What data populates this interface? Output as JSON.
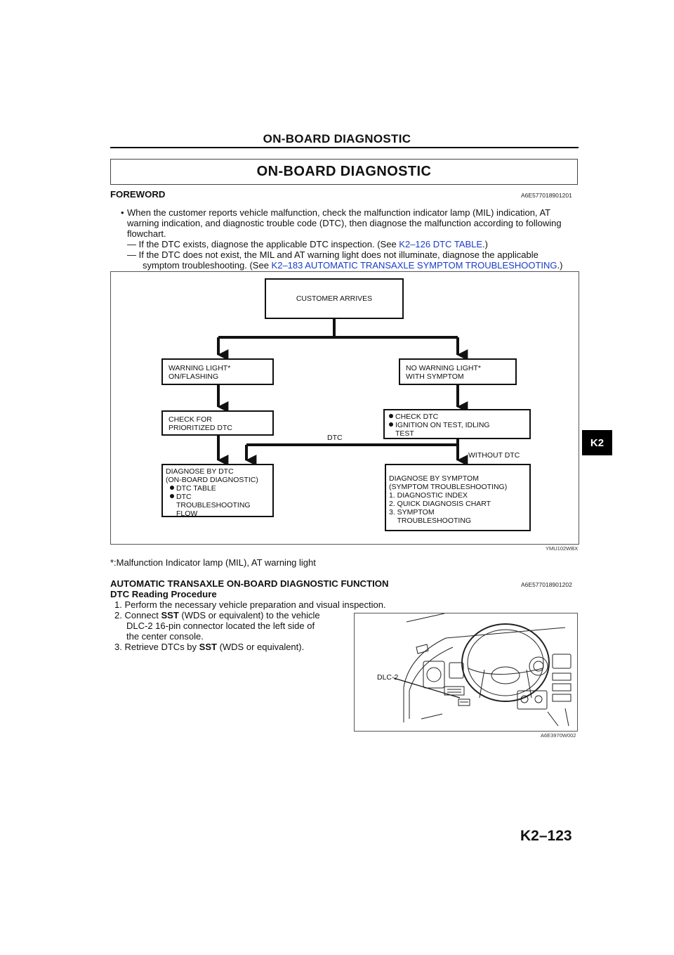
{
  "running_header": "ON-BOARD DIAGNOSTIC",
  "section_title": "ON-BOARD DIAGNOSTIC",
  "side_tab": "K2",
  "foreword": {
    "heading": "FOREWORD",
    "code": "A6E577018901201",
    "bullet_marker": "•",
    "bullet_line1": "When the customer reports vehicle malfunction, check the malfunction indicator lamp (MIL) indication, AT",
    "bullet_line2": "warning indication, and diagnostic trouble code (DTC), then diagnose the malfunction according to following",
    "bullet_line3": "flowchart.",
    "dash1_pre": "— If the DTC exists, diagnose the applicable DTC inspection. (See ",
    "dash1_link": "K2–126 DTC TABLE",
    "dash1_post": ".)",
    "dash2_line1": "— If the DTC does not exist, the MIL and AT warning light does not illuminate, diagnose the applicable",
    "dash2_pre": "symptom troubleshooting. (See ",
    "dash2_link": "K2–183 AUTOMATIC TRANSAXLE SYMPTOM TROUBLESHOOTING",
    "dash2_post": ".)"
  },
  "flowchart": {
    "customer_arrives": "CUSTOMER ARRIVES",
    "warning_light": "WARNING LIGHT*\nON/FLASHING",
    "no_warning_light": "NO WARNING LIGHT*\nWITH SYMPTOM",
    "check_prioritized": "CHECK FOR\nPRIORITIZED DTC",
    "check_dtc_1": "CHECK DTC",
    "check_dtc_2": "IGNITION ON TEST, IDLING",
    "check_dtc_3": "TEST",
    "dtc_label": "DTC",
    "without_dtc_label": "WITHOUT DTC",
    "diag_dtc_head": "DIAGNOSE BY DTC\n(ON-BOARD DIAGNOSTIC)",
    "diag_dtc_item1": "DTC TABLE",
    "diag_dtc_item2": "DTC",
    "diag_dtc_item2b": "TROUBLESHOOTING\nFLOW",
    "diag_symptom": "DIAGNOSE BY SYMPTOM\n(SYMPTOM TROUBLESHOOTING)\n1. DIAGNOSTIC INDEX\n2. QUICK DIAGNOSIS CHART\n3. SYMPTOM\n    TROUBLESHOOTING",
    "figure_id": "YMU102WBX"
  },
  "footnote": "*:Malfunction Indicator lamp (MIL), AT warning light",
  "function_section": {
    "heading": "AUTOMATIC TRANSAXLE ON-BOARD DIAGNOSTIC FUNCTION",
    "code": "A6E577018901202",
    "subheading": "DTC Reading Procedure",
    "step1": "1. Perform the necessary vehicle preparation and visual inspection.",
    "step2_pre": "2. Connect ",
    "step2_bold": "SST",
    "step2_post": " (WDS or equivalent) to the vehicle",
    "step2_line2": "DLC-2 16-pin connector located the left side of",
    "step2_line3": "the center console.",
    "step3_pre": "3. Retrieve DTCs by ",
    "step3_bold": "SST",
    "step3_post": " (WDS or equivalent).",
    "dlc_label": "DLC-2",
    "figure_id": "A6E3970W002"
  },
  "page_number": "K2–123"
}
